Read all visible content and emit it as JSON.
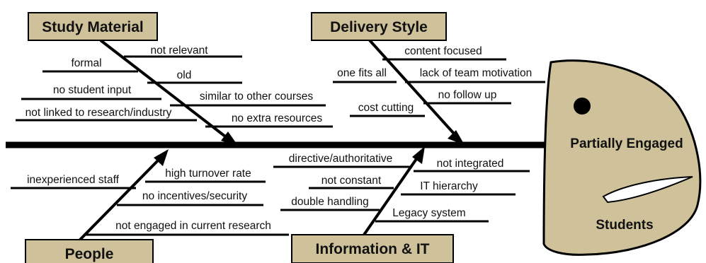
{
  "colors": {
    "box_fill": "#cfc29b",
    "head_fill": "#cfc29b",
    "line": "#000000"
  },
  "head": {
    "line1": "Partially Engaged",
    "line2": "Students"
  },
  "categories": {
    "study_material": {
      "title": "Study Material",
      "causes": [
        "not relevant",
        "formal",
        "old",
        "no student input",
        "similar to other courses",
        "not linked to research/industry",
        "no extra resources"
      ]
    },
    "delivery_style": {
      "title": "Delivery Style",
      "causes": [
        "content focused",
        "one fits all",
        "lack of team motivation",
        "no follow up",
        "cost cutting"
      ]
    },
    "people": {
      "title": "People",
      "causes": [
        "high turnover rate",
        "inexperienced staff",
        "no incentives/security",
        "not engaged in current research"
      ]
    },
    "information_it": {
      "title": "Information & IT",
      "causes": [
        "directive/authoritative",
        "not integrated",
        "not constant",
        "IT hierarchy",
        "double handling",
        "Legacy system"
      ]
    }
  }
}
